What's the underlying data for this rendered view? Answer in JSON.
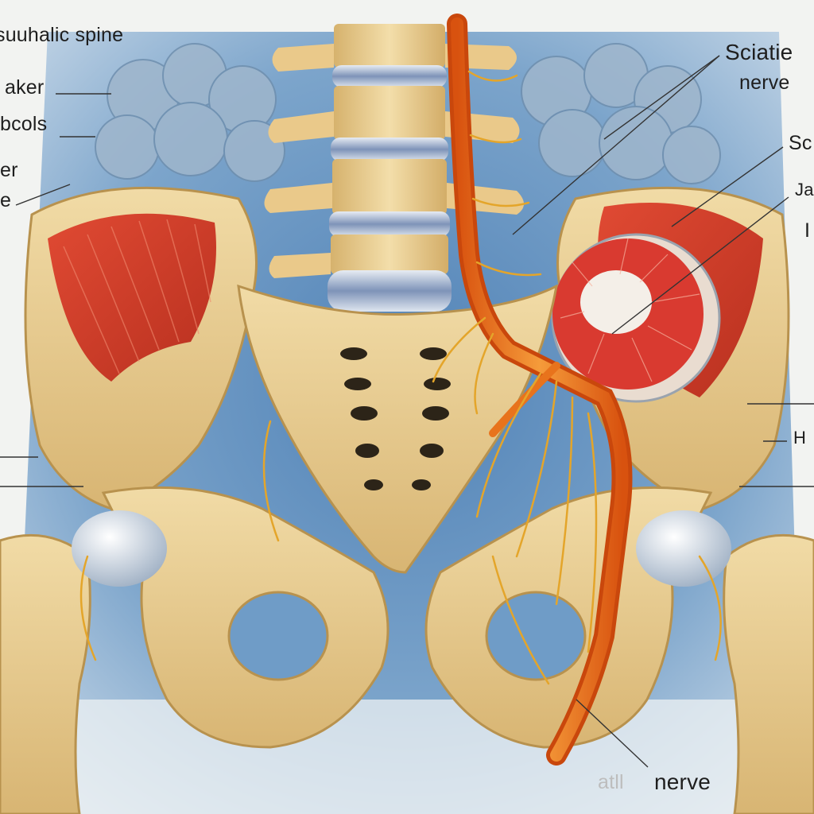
{
  "diagram": {
    "labels": {
      "top_left_1": "suuhalic spine",
      "top_left_2": "aker",
      "top_left_3": "bcols",
      "top_left_4": "er",
      "top_left_5": "e",
      "top_right_1": "Sciatie",
      "top_right_2": "nerve",
      "top_right_3": "Sc",
      "top_right_4": "Ja",
      "top_right_5": "I",
      "right_mid": "H",
      "bottom_faded": "atll",
      "bottom_main": "nerve"
    },
    "colors": {
      "background": "#f2f3f1",
      "tissue_blue": "#6f9cc7",
      "bone": "#e6c98a",
      "bone_shadow": "#c9a766",
      "muscle": "#d9442f",
      "nerve": "#e8731c",
      "nerve_branch": "#e4a52a",
      "disc": "#8fa3c4",
      "cartilage": "#c9d3df"
    }
  }
}
